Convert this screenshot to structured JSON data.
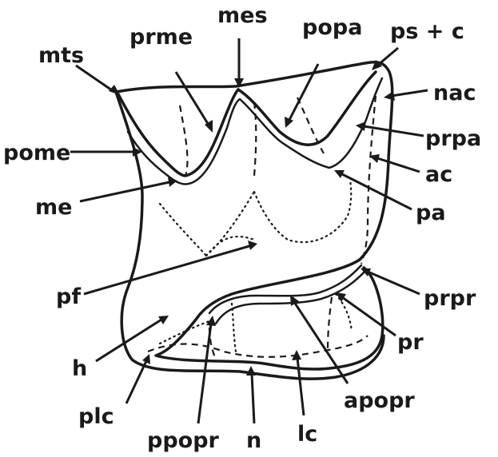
{
  "labels": {
    "mts": "mts",
    "prme": "prme",
    "mes": "mes",
    "popa": "popa",
    "ps_c": "ps + c",
    "nac": "nac",
    "prpa": "prpa",
    "pome": "pome",
    "ac": "ac",
    "me": "me",
    "pa": "pa",
    "pf": "pf",
    "prpr": "prpr",
    "h": "h",
    "pr": "pr",
    "plc": "plc",
    "ppopr": "ppopr",
    "n": "n",
    "lc": "lc",
    "apopr": "apopr"
  }
}
